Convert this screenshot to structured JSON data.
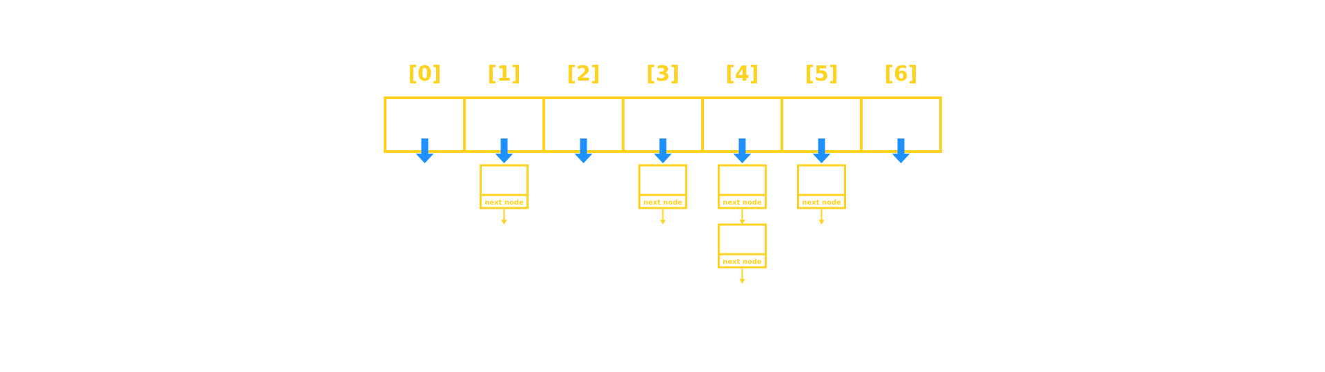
{
  "colors": {
    "outline": "#FFD21F",
    "pointer": "#1E90FF",
    "background": "#FFFFFF"
  },
  "array": {
    "indices": [
      "[0]",
      "[1]",
      "[2]",
      "[3]",
      "[4]",
      "[5]",
      "[6]"
    ]
  },
  "buckets": [
    {
      "index": 0,
      "nodes": []
    },
    {
      "index": 1,
      "nodes": [
        {
          "label": "next node"
        }
      ]
    },
    {
      "index": 2,
      "nodes": []
    },
    {
      "index": 3,
      "nodes": [
        {
          "label": "next node"
        }
      ]
    },
    {
      "index": 4,
      "nodes": [
        {
          "label": "next node"
        },
        {
          "label": "next node"
        }
      ]
    },
    {
      "index": 5,
      "nodes": [
        {
          "label": "next node"
        }
      ]
    },
    {
      "index": 6,
      "nodes": []
    }
  ],
  "icons": {
    "pointer": "arrow-down-icon",
    "link": "small-arrow-down-icon"
  }
}
